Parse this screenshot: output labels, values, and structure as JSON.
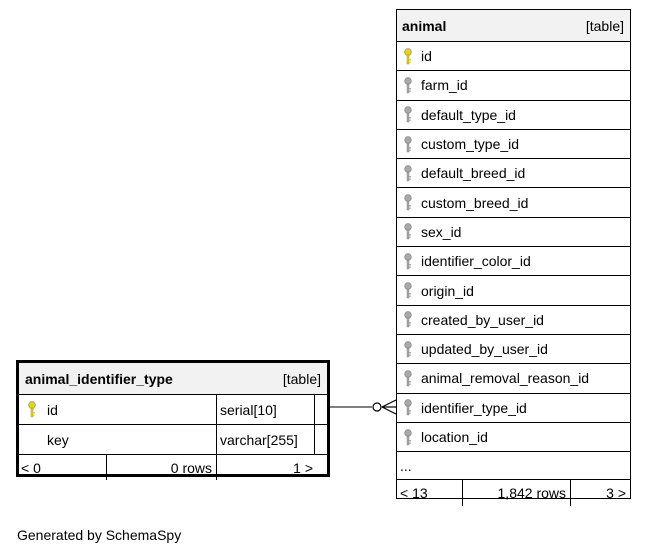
{
  "animal": {
    "name": "animal",
    "kind": "[table]",
    "columns": [
      {
        "name": "id",
        "key": "primary"
      },
      {
        "name": "farm_id",
        "key": "foreign"
      },
      {
        "name": "default_type_id",
        "key": "foreign"
      },
      {
        "name": "custom_type_id",
        "key": "foreign"
      },
      {
        "name": "default_breed_id",
        "key": "foreign"
      },
      {
        "name": "custom_breed_id",
        "key": "foreign"
      },
      {
        "name": "sex_id",
        "key": "foreign"
      },
      {
        "name": "identifier_color_id",
        "key": "foreign"
      },
      {
        "name": "origin_id",
        "key": "foreign"
      },
      {
        "name": "created_by_user_id",
        "key": "foreign"
      },
      {
        "name": "updated_by_user_id",
        "key": "foreign"
      },
      {
        "name": "animal_removal_reason_id",
        "key": "foreign"
      },
      {
        "name": "identifier_type_id",
        "key": "foreign"
      },
      {
        "name": "location_id",
        "key": "foreign"
      }
    ],
    "more": "...",
    "footer": {
      "parents": "< 13",
      "rows": "1,842 rows",
      "children": "3 >"
    }
  },
  "animal_identifier_type": {
    "name": "animal_identifier_type",
    "kind": "[table]",
    "columns": [
      {
        "name": "id",
        "type": "serial[10]",
        "key": "primary"
      },
      {
        "name": "key",
        "type": "varchar[255]",
        "key": "none"
      }
    ],
    "footer": {
      "parents": "< 0",
      "rows": "0 rows",
      "children": "1 >"
    }
  },
  "generated_by": "Generated by SchemaSpy",
  "colors": {
    "primary_key": "#e8d800",
    "foreign_key": "#a8a8a8",
    "header_bg": "#f2f2f2"
  }
}
